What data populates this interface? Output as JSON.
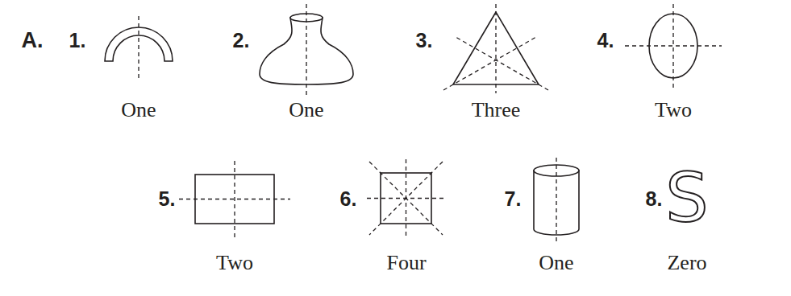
{
  "diagram": {
    "labels": [
      "A.",
      "1.",
      "One",
      "2.",
      "One",
      "3.",
      "Three",
      "4.",
      "Two",
      "5.",
      "Two",
      "6.",
      "Four",
      "7.",
      "One",
      "8.",
      "S",
      "Zero"
    ]
  }
}
